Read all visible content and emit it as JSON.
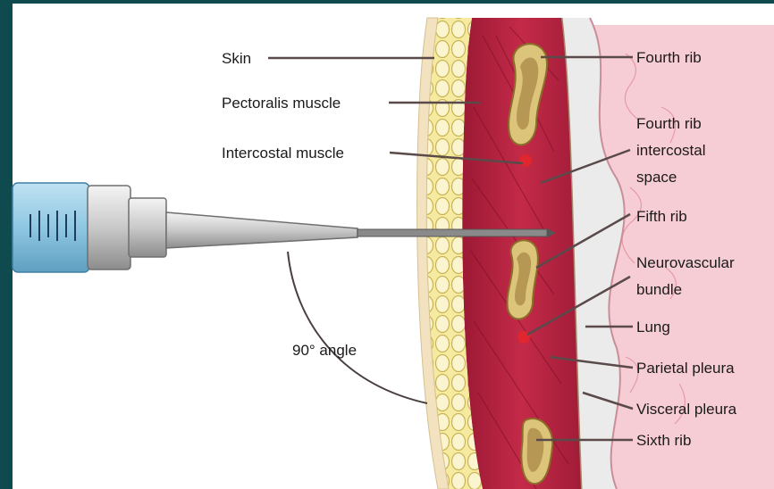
{
  "labels": {
    "skin": "Skin",
    "pectoralis": "Pectoralis muscle",
    "intercostal_muscle": "Intercostal muscle",
    "angle": "90° angle",
    "fourth_rib": "Fourth rib",
    "fourth_space_1": "Fourth rib",
    "fourth_space_2": "intercostal",
    "fourth_space_3": "space",
    "fifth_rib": "Fifth rib",
    "neuro_1": "Neurovascular",
    "neuro_2": "bundle",
    "lung": "Lung",
    "parietal": "Parietal pleura",
    "visceral": "Visceral pleura",
    "sixth_rib": "Sixth rib"
  },
  "colors": {
    "frame": "#0f4a4e",
    "skin": "#f2e3c4",
    "fat": "#f2e07a",
    "muscle": "#b01e3c",
    "rib": "#d8c27a",
    "lung": "#f4c7cf",
    "pleura": "#e9e6e6",
    "leader": "#5a4a4a"
  },
  "icons": {
    "syringe": "syringe-icon"
  }
}
